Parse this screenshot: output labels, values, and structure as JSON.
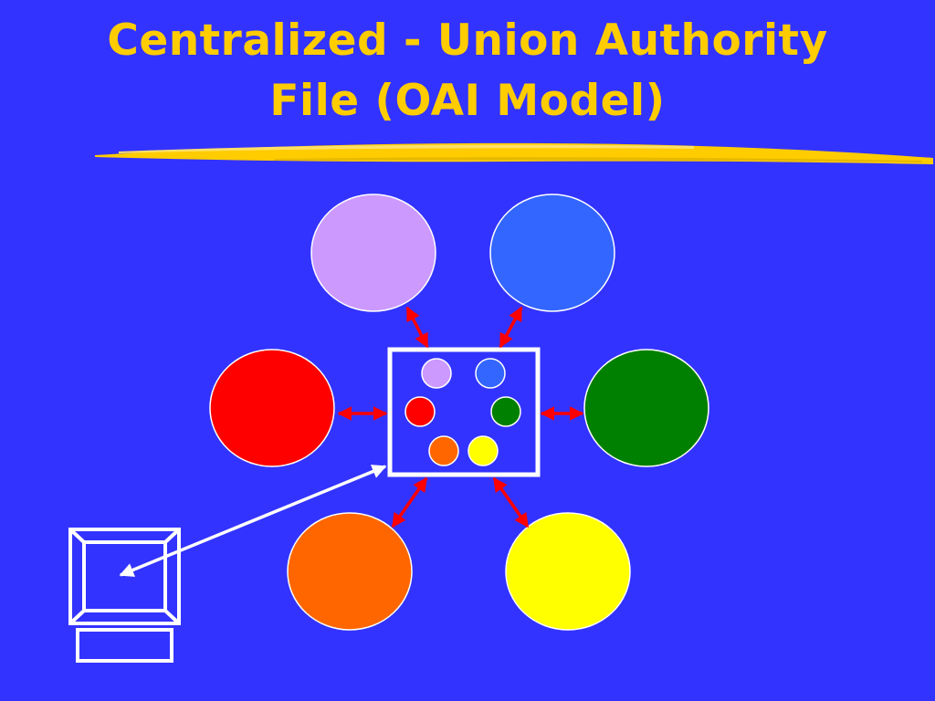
{
  "slide": {
    "title_line1": "Centralized - Union Authority",
    "title_line2": "File (OAI Model)",
    "background_color": "#3333ff",
    "title_color": "#ffcc00"
  },
  "diagram": {
    "central_node": {
      "shape": "rectangle",
      "border_color": "#ffffff",
      "contains": [
        "lavender",
        "blue",
        "red",
        "green",
        "orange",
        "yellow"
      ]
    },
    "nodes": [
      {
        "id": "lavender",
        "color": "#cc99ff"
      },
      {
        "id": "blue",
        "color": "#3366ff"
      },
      {
        "id": "red",
        "color": "#ff0000"
      },
      {
        "id": "green",
        "color": "#008000"
      },
      {
        "id": "orange",
        "color": "#ff6600"
      },
      {
        "id": "yellow",
        "color": "#ffff00"
      }
    ],
    "connector_color": "#ff0000",
    "connector_style": "double-headed arrow",
    "client_icon": "computer-monitor-icon",
    "client_arrow": {
      "from": "central-node",
      "to": "computer",
      "color": "#ffffff"
    }
  }
}
